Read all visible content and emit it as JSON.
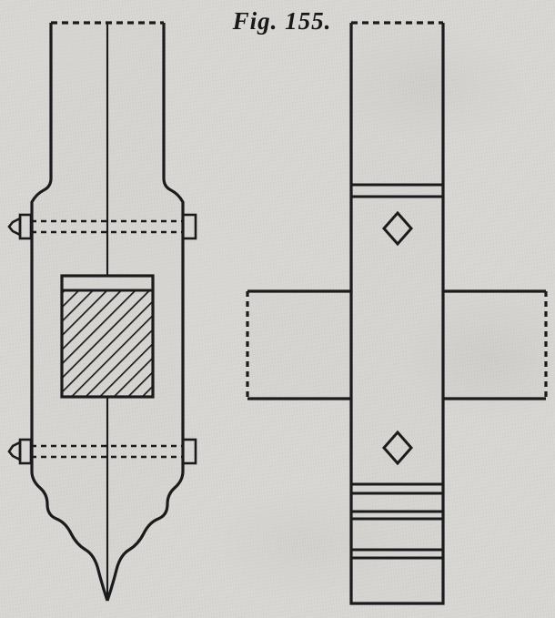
{
  "figure": {
    "caption": "Fig. 155.",
    "page_background": "#d9d8d4",
    "ink_color": "#1b1b1d",
    "views": [
      {
        "name": "front-elevation",
        "description": "Ornamental strap / hinge front view with hatched section block and two through bolts",
        "parts": [
          {
            "name": "shaft-outline",
            "style": "solid"
          },
          {
            "name": "shaft-top-edge",
            "style": "dashed"
          },
          {
            "name": "center-line",
            "style": "solid"
          },
          {
            "name": "upper-bolt-head",
            "style": "hexagon"
          },
          {
            "name": "upper-bolt-nut",
            "style": "rectangle"
          },
          {
            "name": "upper-bolt-shank",
            "style": "dashed-pair"
          },
          {
            "name": "lower-bolt-head",
            "style": "hexagon"
          },
          {
            "name": "lower-bolt-nut",
            "style": "rectangle"
          },
          {
            "name": "lower-bolt-shank",
            "style": "dashed-pair"
          },
          {
            "name": "hatched-section-block",
            "style": "diagonal-hatch"
          },
          {
            "name": "ogee-spear-point",
            "style": "solid"
          }
        ]
      },
      {
        "name": "side-elevation",
        "description": "Side view strip with cross wings, two diamond bosses and banding rings",
        "parts": [
          {
            "name": "strip-outline",
            "style": "solid"
          },
          {
            "name": "strip-top-edge",
            "style": "dashed"
          },
          {
            "name": "upper-band-pair",
            "style": "solid"
          },
          {
            "name": "upper-diamond-boss",
            "style": "diamond"
          },
          {
            "name": "left-wing",
            "style": "dashed-left-edge"
          },
          {
            "name": "right-wing",
            "style": "dashed-right-edge"
          },
          {
            "name": "lower-diamond-boss",
            "style": "diamond"
          },
          {
            "name": "lower-band-group",
            "style": "solid"
          }
        ]
      }
    ]
  }
}
